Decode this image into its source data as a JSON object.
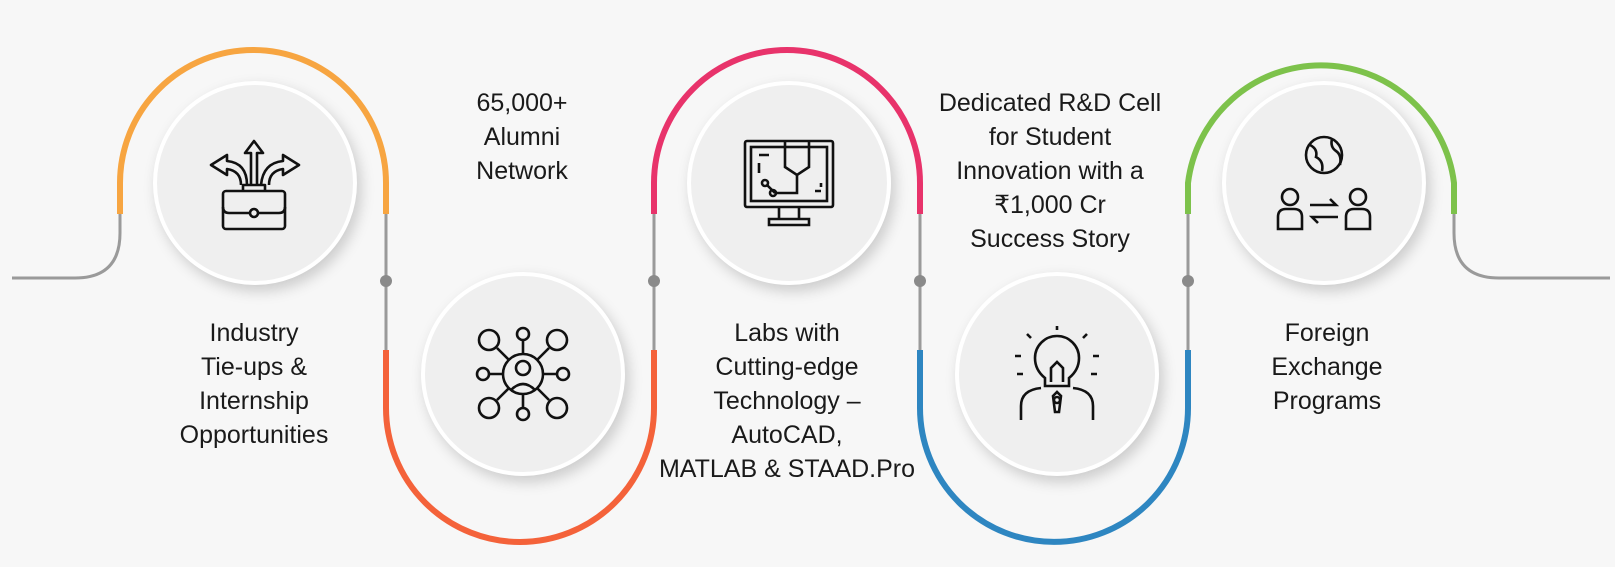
{
  "colors": {
    "track_gray": "#9a9a9a",
    "step1": "#F7A541",
    "step2": "#F4623A",
    "step3": "#E8336B",
    "step4": "#2E86C1",
    "step5": "#7DC24B"
  },
  "steps": [
    {
      "icon": "briefcase-arrows-icon",
      "lines": [
        "Industry",
        "Tie-ups &",
        "Internship",
        "Opportunities"
      ]
    },
    {
      "icon": "people-network-icon",
      "lines": [
        "65,000+",
        "Alumni",
        "Network"
      ]
    },
    {
      "icon": "computer-circuit-icon",
      "lines": [
        "Labs with",
        "Cutting-edge",
        "Technology –",
        "AutoCAD,",
        "MATLAB & STAAD.Pro"
      ]
    },
    {
      "icon": "lightbulb-person-icon",
      "lines": [
        "Dedicated R&D Cell",
        "for Student",
        "Innovation with a",
        "₹1,000 Cr",
        "Success Story"
      ]
    },
    {
      "icon": "globe-exchange-icon",
      "lines": [
        "Foreign",
        "Exchange",
        "Programs"
      ]
    }
  ]
}
